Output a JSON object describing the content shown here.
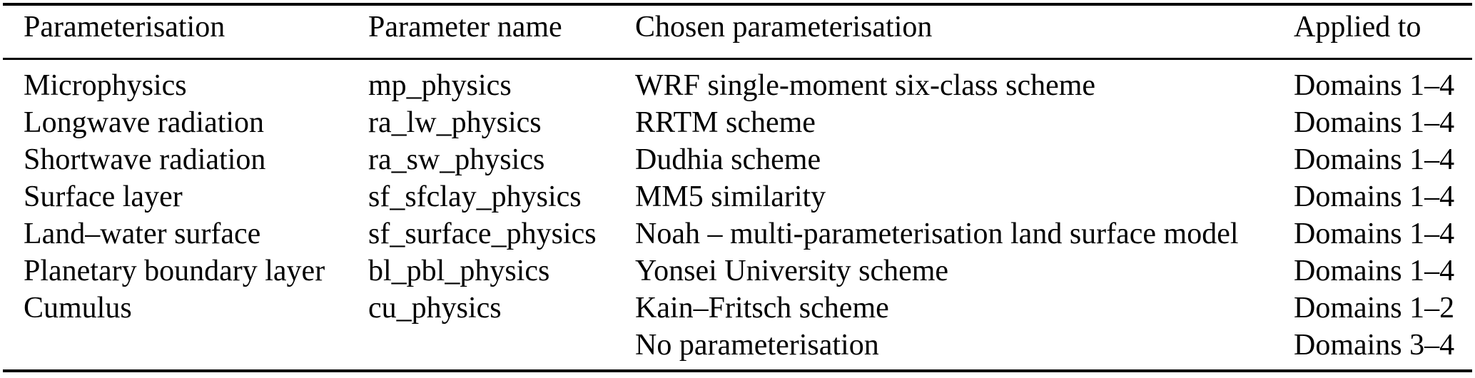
{
  "colors": {
    "text": "#000000",
    "background": "#ffffff",
    "rules": "#000000"
  },
  "table": {
    "headers": [
      "Parameterisation",
      "Parameter name",
      "Chosen parameterisation",
      "Applied to"
    ],
    "rows": [
      [
        "Microphysics",
        "mp_physics",
        "WRF single-moment six-class scheme",
        "Domains 1–4"
      ],
      [
        "Longwave radiation",
        "ra_lw_physics",
        "RRTM scheme",
        "Domains 1–4"
      ],
      [
        "Shortwave radiation",
        "ra_sw_physics",
        "Dudhia scheme",
        "Domains 1–4"
      ],
      [
        "Surface layer",
        "sf_sfclay_physics",
        "MM5 similarity",
        "Domains 1–4"
      ],
      [
        "Land–water surface",
        "sf_surface_physics",
        "Noah – multi-parameterisation land surface model",
        "Domains 1–4"
      ],
      [
        "Planetary boundary layer",
        "bl_pbl_physics",
        "Yonsei University scheme",
        "Domains 1–4"
      ],
      [
        "Cumulus",
        "cu_physics",
        "Kain–Fritsch scheme",
        "Domains 1–2"
      ],
      [
        "",
        "",
        "No parameterisation",
        "Domains 3–4"
      ]
    ]
  }
}
